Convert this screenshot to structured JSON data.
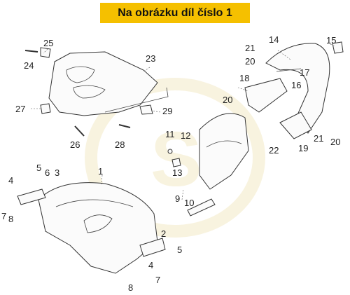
{
  "header": {
    "title": "Na obrázku díl číslo 1",
    "accent": "#f5c000"
  },
  "labels": [
    "25",
    "24",
    "23",
    "27",
    "26",
    "28",
    "29",
    "14",
    "15",
    "21",
    "20",
    "18",
    "17",
    "16",
    "20",
    "22",
    "19",
    "21",
    "20",
    "11",
    "12",
    "13",
    "9",
    "10",
    "1",
    "5",
    "6",
    "3",
    "4",
    "7",
    "8",
    "2",
    "5",
    "4",
    "7",
    "8"
  ],
  "watermark": {
    "text": "S"
  }
}
